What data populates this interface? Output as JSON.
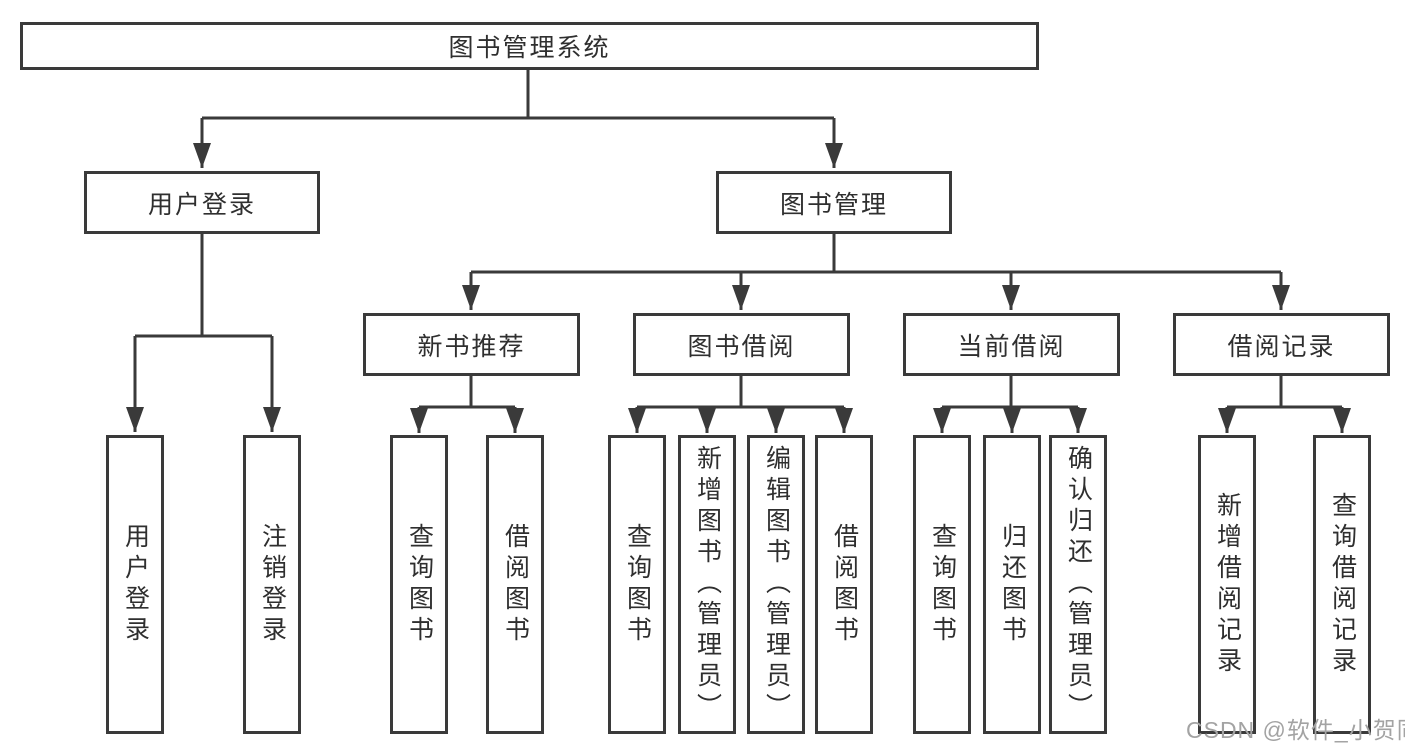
{
  "diagram": {
    "root": {
      "label": "图书管理系统"
    },
    "level2": [
      {
        "label": "用户登录",
        "children": [
          {
            "label": "用户登录"
          },
          {
            "label": "注销登录"
          }
        ]
      },
      {
        "label": "图书管理",
        "children": [
          {
            "label": "新书推荐",
            "children": [
              {
                "label": "查询图书"
              },
              {
                "label": "借阅图书"
              }
            ]
          },
          {
            "label": "图书借阅",
            "children": [
              {
                "label": "查询图书"
              },
              {
                "label": "新增图书（管理员）"
              },
              {
                "label": "编辑图书（管理员）"
              },
              {
                "label": "借阅图书"
              }
            ]
          },
          {
            "label": "当前借阅",
            "children": [
              {
                "label": "查询图书"
              },
              {
                "label": "归还图书"
              },
              {
                "label": "确认归还（管理员）"
              }
            ]
          },
          {
            "label": "借阅记录",
            "children": [
              {
                "label": "新增借阅记录"
              },
              {
                "label": "查询借阅记录"
              }
            ]
          }
        ]
      }
    ]
  },
  "watermark": {
    "text": "CSDN @软件_小贺同学"
  },
  "colors": {
    "line": "#3a3a3a",
    "box_border": "#3a3a3a",
    "text": "#2f2f2f",
    "background": "#ffffff",
    "watermark": "#a3a3a3"
  }
}
